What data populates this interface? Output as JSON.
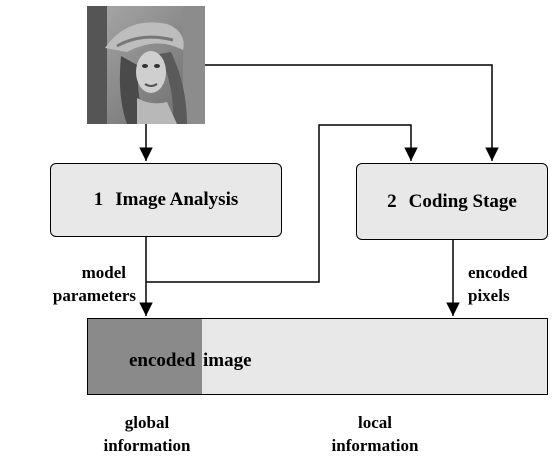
{
  "photo": {
    "icon": "portrait-photo-icon"
  },
  "stage1": {
    "number": "1",
    "title": "Image Analysis"
  },
  "stage2": {
    "number": "2",
    "title": "Coding Stage"
  },
  "labels": {
    "model_line1": "model",
    "model_line2": "parameters",
    "encoded_line1": "encoded",
    "encoded_line2": "pixels",
    "bar_text_a": "encoded",
    "bar_text_b": " image",
    "global_line1": "global",
    "global_line2": "information",
    "local_line1": "local",
    "local_line2": "information"
  },
  "colors": {
    "box_fill": "#e8e8e8",
    "global_fill": "#8a8a8a",
    "line": "#000000"
  }
}
